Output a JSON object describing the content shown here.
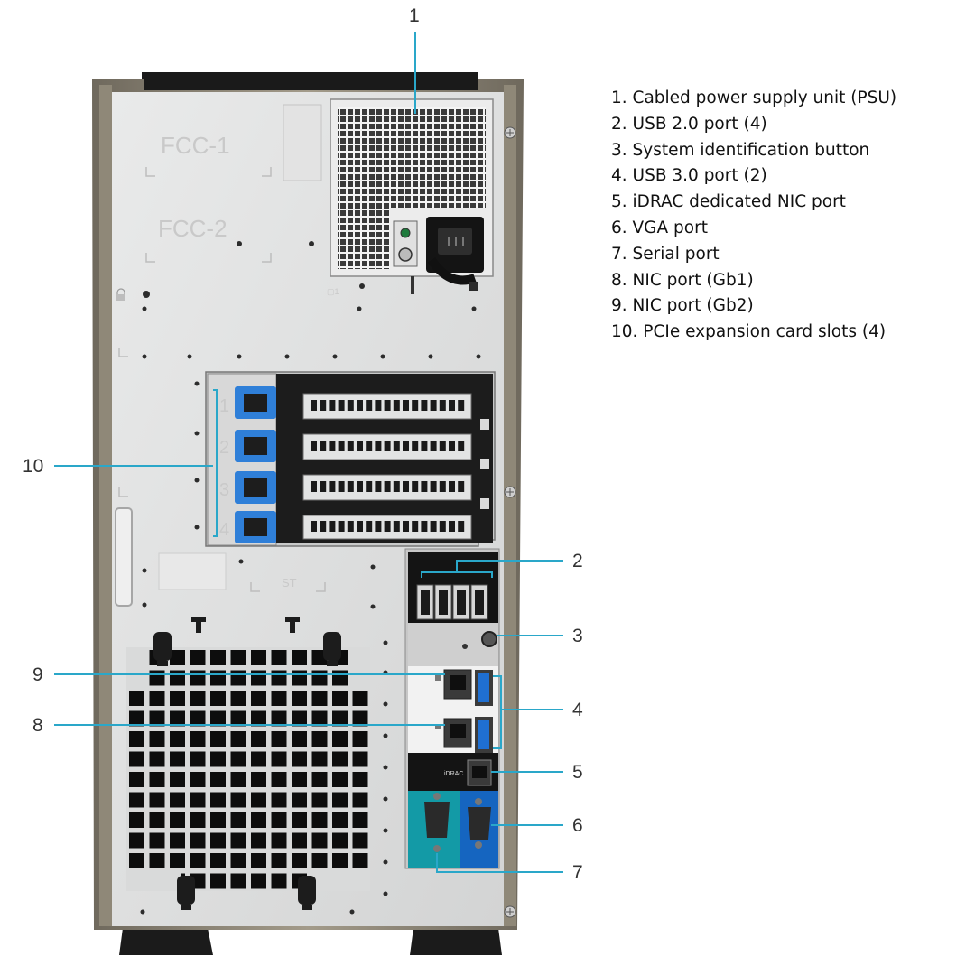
{
  "callouts": [
    {
      "number": "1",
      "label": "Cabled power supply unit (PSU)"
    },
    {
      "number": "2",
      "label": "USB 2.0 port (4)"
    },
    {
      "number": "3",
      "label": "System identification button"
    },
    {
      "number": "4",
      "label": "USB 3.0 port (2)"
    },
    {
      "number": "5",
      "label": "iDRAC dedicated NIC port"
    },
    {
      "number": "6",
      "label": "VGA port"
    },
    {
      "number": "7",
      "label": "Serial port"
    },
    {
      "number": "8",
      "label": "NIC port (Gb1)"
    },
    {
      "number": "9",
      "label": "NIC port (Gb2)"
    },
    {
      "number": "10",
      "label": "PCIe expansion card slots (4)"
    }
  ],
  "legend": [
    "1. Cabled power supply unit (PSU)",
    "2. USB 2.0 port (4)",
    "3. System identification button",
    "4. USB 3.0 port (2)",
    "5. iDRAC dedicated NIC port",
    "6. VGA port",
    "7. Serial port",
    "8. NIC port (Gb1)",
    "9. NIC port (Gb2)",
    "10. PCIe expansion card slots (4)"
  ],
  "chassis_markings": {
    "fcc_1": "FCC-1",
    "fcc_2": "FCC-2",
    "st": "ST",
    "psu_id": "▢1",
    "idrac": "iDRAC",
    "slot_numbers": [
      "1",
      "2",
      "3",
      "4"
    ]
  },
  "colors": {
    "callout_line": "#2aa7c9",
    "panel_silver": "#dfe0e0",
    "frame_bronze": "#8c8474",
    "usb3_blue": "#1f6fd1",
    "serial_teal": "#159aa8",
    "vga_blue": "#1565c0"
  }
}
